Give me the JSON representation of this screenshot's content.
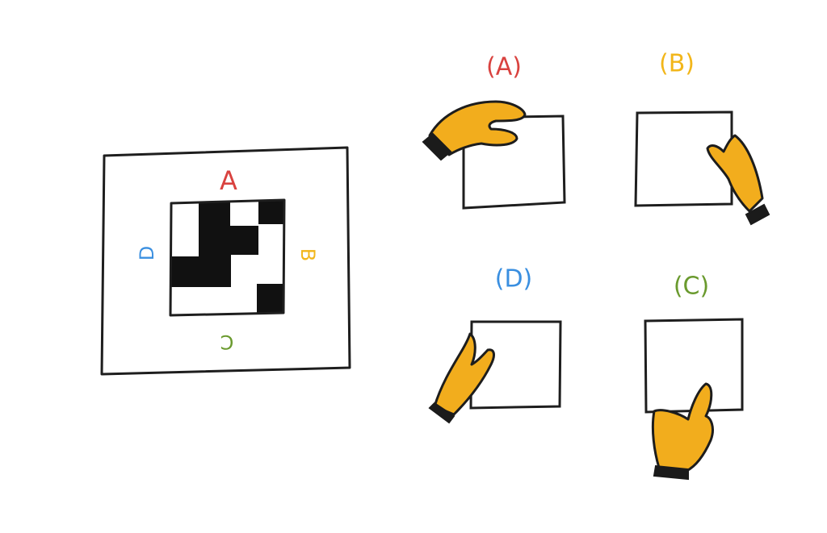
{
  "colors": {
    "red": "#d9423f",
    "yellow": "#f2b61a",
    "green": "#6a9a2e",
    "blue": "#3a8fe0",
    "hand": "#f2ad1d",
    "ink": "#1e1e1e"
  },
  "main_square": {
    "side_labels": {
      "top": "A",
      "right": "B",
      "bottom": "C",
      "left": "D"
    }
  },
  "options": [
    {
      "label": "(A)",
      "hand_icon": "hand-holding-from-left-icon"
    },
    {
      "label": "(B)",
      "hand_icon": "hand-holding-from-right-icon"
    },
    {
      "label": "(D)",
      "hand_icon": "hand-holding-from-bottom-left-icon"
    },
    {
      "label": "(C)",
      "hand_icon": "hand-holding-from-bottom-icon"
    }
  ]
}
